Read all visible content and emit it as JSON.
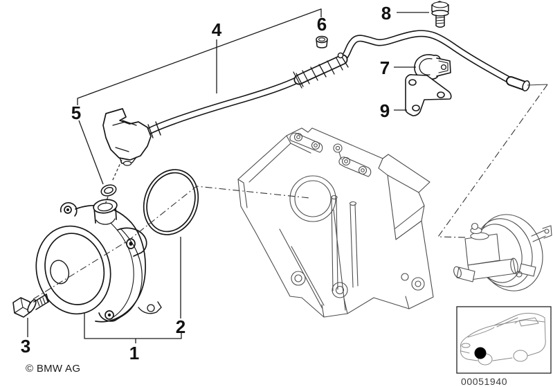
{
  "diagram": {
    "callouts": [
      {
        "label": "1"
      },
      {
        "label": "2"
      },
      {
        "label": "3"
      },
      {
        "label": "4"
      },
      {
        "label": "5"
      },
      {
        "label": "6"
      },
      {
        "label": "7"
      },
      {
        "label": "8"
      },
      {
        "label": "9"
      }
    ],
    "copyright_text": "© BMW AG",
    "image_number": "00051940"
  },
  "colors": {
    "main_line": "#161616",
    "context_line": "#4d4d4d",
    "car_line": "#8a8a8a",
    "background": "#ffffff",
    "label_text": "#111111"
  }
}
